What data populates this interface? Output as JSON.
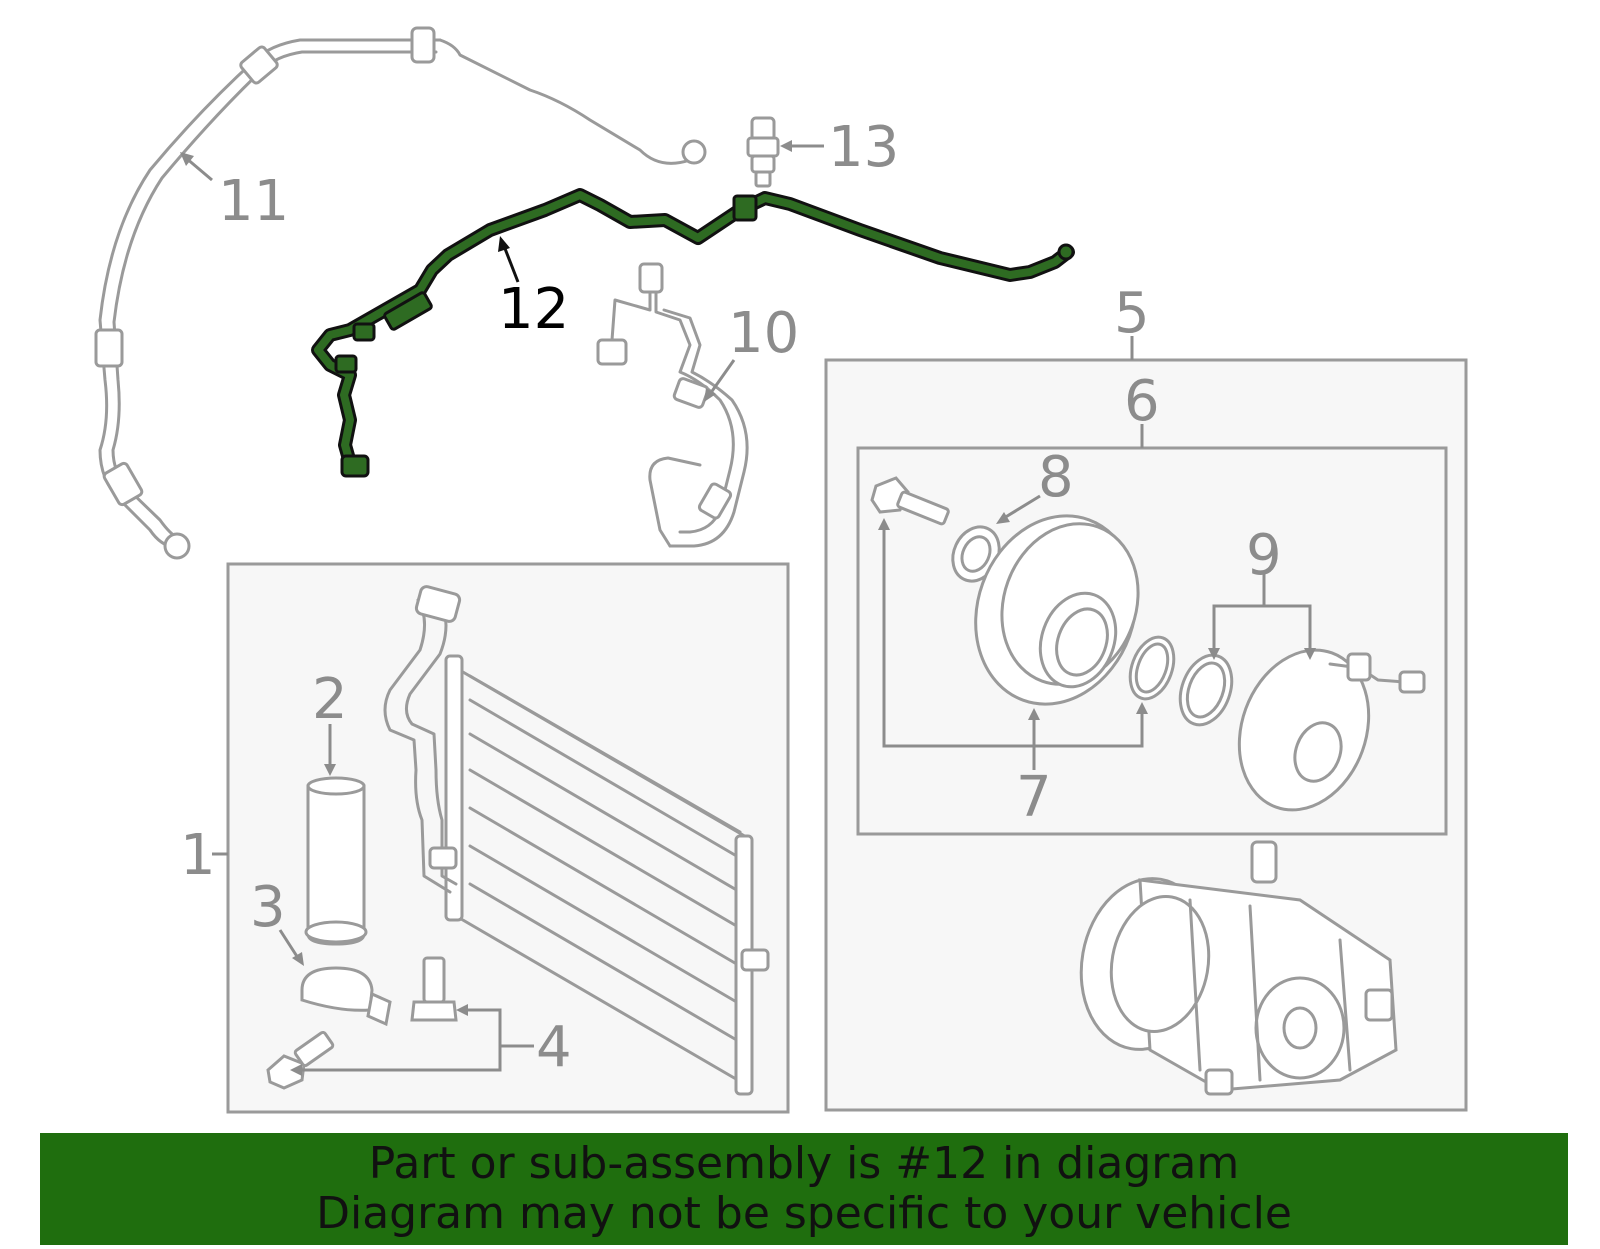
{
  "callouts": {
    "c1": "1",
    "c2": "2",
    "c3": "3",
    "c4": "4",
    "c5": "5",
    "c6": "6",
    "c7": "7",
    "c8": "8",
    "c9": "9",
    "c10": "10",
    "c11": "11",
    "c12": "12",
    "c13": "13"
  },
  "highlighted_part": "12",
  "colors": {
    "highlight": "#2e6b22",
    "banner": "#1f6e0e",
    "parts": "#9a9a9a",
    "box_fill": "#f7f7f7"
  },
  "banner": {
    "line1": "Part or sub-assembly is #12 in diagram",
    "line2": "Diagram may not be specific to your vehicle"
  }
}
